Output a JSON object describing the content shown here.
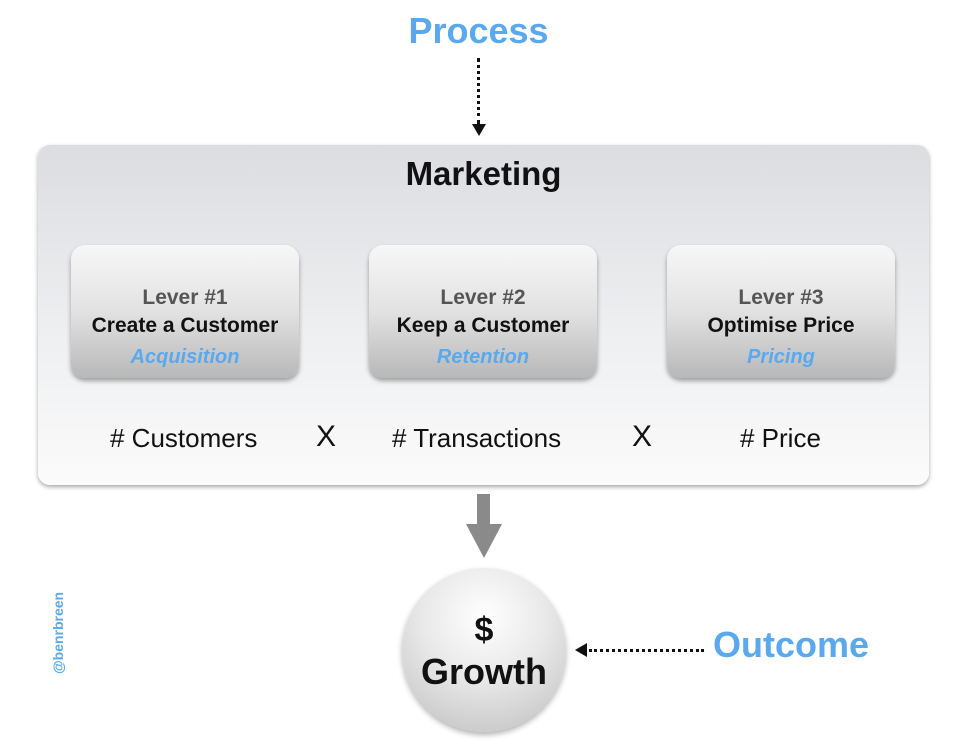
{
  "process_label": "Process",
  "marketing": {
    "title": "Marketing",
    "levers": [
      {
        "number": "Lever #1",
        "title": "Create a Customer",
        "tag": "Acquisition"
      },
      {
        "number": "Lever #2",
        "title": "Keep a Customer",
        "tag": "Retention"
      },
      {
        "number": "Lever #3",
        "title": "Optimise Price",
        "tag": "Pricing"
      }
    ],
    "metrics": [
      "# Customers",
      "# Transactions",
      "# Price"
    ],
    "operator": "X"
  },
  "growth": {
    "symbol": "$",
    "label": "Growth"
  },
  "outcome_label": "Outcome",
  "handle": "@benrbreen",
  "colors": {
    "accent": "#5aa9ef",
    "arrow": "#8a8a8a"
  },
  "icons": [
    "dotted-arrow-down-icon",
    "down-arrow-icon",
    "dotted-arrow-left-icon"
  ]
}
